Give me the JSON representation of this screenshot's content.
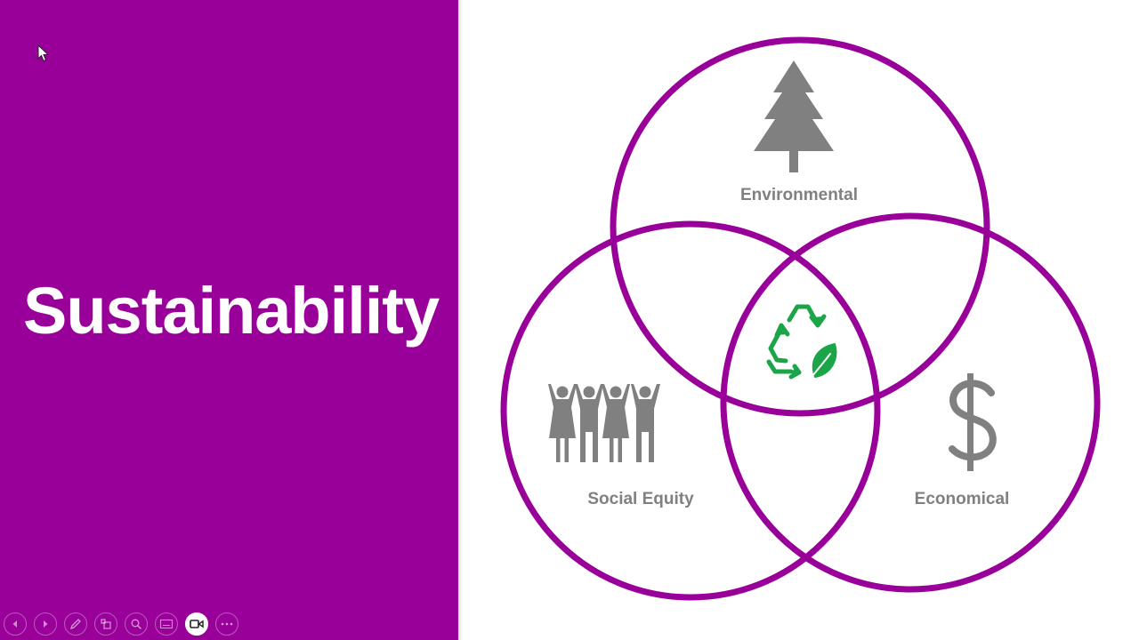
{
  "slide": {
    "title": "Sustainability",
    "background_color": "#990099",
    "title_color": "#ffffff"
  },
  "venn": {
    "circle_color": "#990099",
    "label_color": "#808080",
    "center_icon": "recycle-leaf-icon",
    "center_icon_color": "#1aa548",
    "sets": [
      {
        "label": "Environmental",
        "icon": "pine-tree-icon"
      },
      {
        "label": "Social Equity",
        "icon": "people-group-icon"
      },
      {
        "label": "Economical",
        "icon": "dollar-sign-icon"
      }
    ]
  },
  "toolbar": {
    "buttons": [
      {
        "icon": "previous-icon"
      },
      {
        "icon": "next-icon"
      },
      {
        "icon": "pen-icon"
      },
      {
        "icon": "see-all-slides-icon"
      },
      {
        "icon": "zoom-icon"
      },
      {
        "icon": "subtitles-icon"
      },
      {
        "icon": "camera-icon",
        "active": true
      },
      {
        "icon": "more-options-icon"
      }
    ]
  }
}
